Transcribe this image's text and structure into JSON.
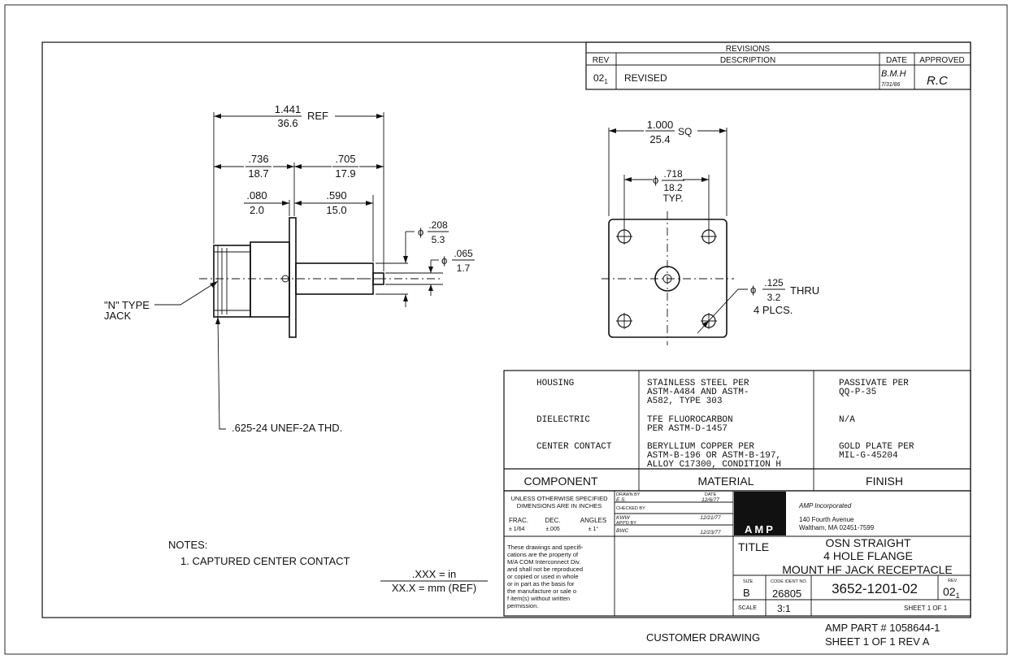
{
  "revisions": {
    "title": "REVISIONS",
    "col_rev": "REV",
    "col_description": "DESCRIPTION",
    "col_date": "DATE",
    "col_approved": "APPROVED",
    "row": {
      "rev": "02",
      "rev_sub": "1",
      "description": "REVISED",
      "date_initials": "B.M.H",
      "date": "7/31/86",
      "approved": "R.C"
    }
  },
  "side_view": {
    "overall": {
      "num": "1.441",
      "den": "36.6",
      "suffix": "REF"
    },
    "left_len": {
      "num": ".736",
      "den": "18.7"
    },
    "right_len": {
      "num": ".705",
      "den": "17.9"
    },
    "flange_thk": {
      "num": ".080",
      "den": "2.0"
    },
    "body_len": {
      "num": ".590",
      "den": "15.0"
    },
    "body_dia": {
      "sym": "ϕ",
      "num": ".208",
      "den": "5.3"
    },
    "pin_dia": {
      "sym": "ϕ",
      "num": ".065",
      "den": "1.7"
    },
    "jack_label_1": "\"N\" TYPE",
    "jack_label_2": "JACK",
    "thread_label": ".625-24 UNEF-2A THD."
  },
  "front_view": {
    "sq": {
      "num": "1.000",
      "den": "25.4",
      "suffix": "SQ"
    },
    "bore": {
      "sym": "ϕ",
      "num": ".718",
      "den": "18.2",
      "suffix": "TYP."
    },
    "holes": {
      "sym": "ϕ",
      "num": ".125",
      "den": "3.2",
      "suffix": "THRU",
      "count": "4 PLCS."
    }
  },
  "material_table": {
    "rows": [
      {
        "component": "HOUSING",
        "material": [
          "STAINLESS STEEL PER",
          "ASTM-A484 AND ASTM-",
          "A582, TYPE 303"
        ],
        "finish": [
          "PASSIVATE PER",
          "QQ-P-35"
        ]
      },
      {
        "component": "DIELECTRIC",
        "material": [
          "TFE FLUOROCARBON",
          "PER ASTM-D-1457"
        ],
        "finish": [
          "N/A"
        ]
      },
      {
        "component": "CENTER CONTACT",
        "material": [
          "BERYLLIUM COPPER PER",
          "ASTM-B-196 OR ASTM-B-197,",
          "ALLOY C17300, CONDITION H"
        ],
        "finish": [
          "GOLD PLATE PER",
          "MIL-G-45204"
        ]
      }
    ],
    "headers": {
      "component": "COMPONENT",
      "material": "MATERIAL",
      "finish": "FINISH"
    }
  },
  "title_block": {
    "unless_1": "UNLESS OTHERWISE SPECIFIED",
    "unless_2": "DIMENSIONS ARE IN INCHES",
    "frac_label": "FRAC.",
    "frac_val": "± 1/64",
    "dec_label": "DEC.",
    "dec_val": "±.005",
    "angles_label": "ANGLES",
    "angles_val": "± 1°",
    "drawn_by_label": "DRAWN BY",
    "drawn_by": "E.S.",
    "date_label": "DATE",
    "drawn_date": "12/6/77",
    "checked_by_label": "CHECKED BY",
    "checked_by": "KWW",
    "checked_date": "12/21/77",
    "appd_by_label": "APP'D BY",
    "appd_by": "BWC",
    "appd_date": "12/23/77",
    "proprietary": [
      "These drawings and specifi-",
      "cations are the property of",
      "M/A COM Interconnect Div.",
      "and shall not be reproduced",
      "or copied or used in whole",
      "or in part as the basis for",
      "the manufacture or sale o",
      "f item(s) without written",
      "permission."
    ],
    "logo": "AMP",
    "company": "AMP Incorporated",
    "address_1": "140 Fourth Avenue",
    "address_2": "Waltham, MA 02451-7599",
    "title_label": "TITLE",
    "title_lines": [
      "OSN STRAIGHT",
      "4 HOLE FLANGE",
      "MOUNT HF JACK RECEPTACLE"
    ],
    "size_label": "SIZE",
    "size": "B",
    "code_label": "CODE IDENT NO.",
    "code": "26805",
    "dwg_no": "3652-1201-02",
    "rev_label": "REV",
    "rev": "02",
    "rev_sub": "1",
    "scale_label": "SCALE",
    "scale": "3:1",
    "sheet": "SHEET 1 OF 1"
  },
  "notes": {
    "title": "NOTES:",
    "items": [
      "1. CAPTURED CENTER CONTACT"
    ],
    "units_num": ".XXX = in",
    "units_den": "XX.X = mm (REF)"
  },
  "footer": {
    "customer": "CUSTOMER DRAWING",
    "part": "AMP PART # 1058644-1",
    "sheet_rev": "SHEET 1 OF 1  REV A"
  }
}
